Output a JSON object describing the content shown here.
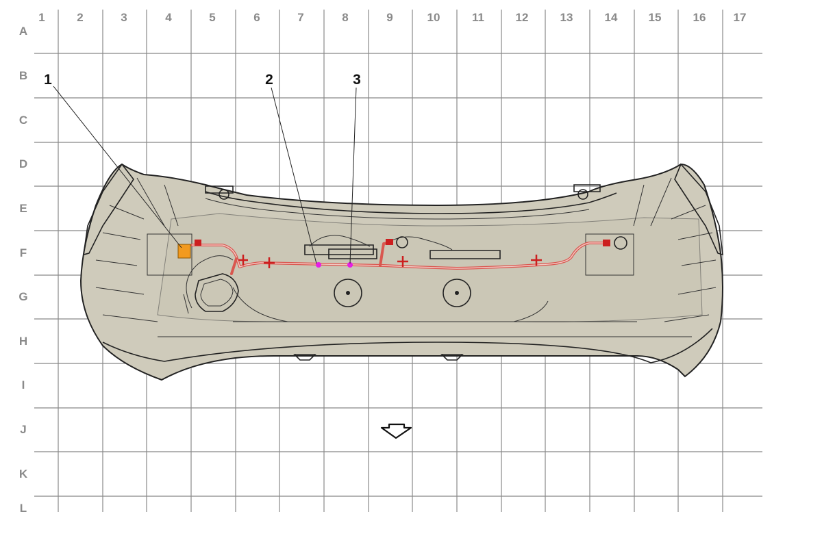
{
  "grid": {
    "columns": [
      "1",
      "2",
      "3",
      "4",
      "5",
      "6",
      "7",
      "8",
      "9",
      "10",
      "11",
      "12",
      "13",
      "14",
      "15",
      "16",
      "17"
    ],
    "rows": [
      "A",
      "B",
      "C",
      "D",
      "E",
      "F",
      "G",
      "H",
      "I",
      "J",
      "K",
      "L"
    ]
  },
  "callouts": [
    {
      "id": "1",
      "label": "1"
    },
    {
      "id": "2",
      "label": "2"
    },
    {
      "id": "3",
      "label": "3"
    }
  ],
  "colors": {
    "grid": "#888888",
    "labels": "#8a8a8a",
    "bumper": "#cfcbbb",
    "harness": "#d9574f",
    "connector_orange": "#f29a1f",
    "connector_red": "#cc1f1f",
    "sensor_magenta": "#e51fe5"
  },
  "icons": [
    "direction-arrow-icon"
  ]
}
